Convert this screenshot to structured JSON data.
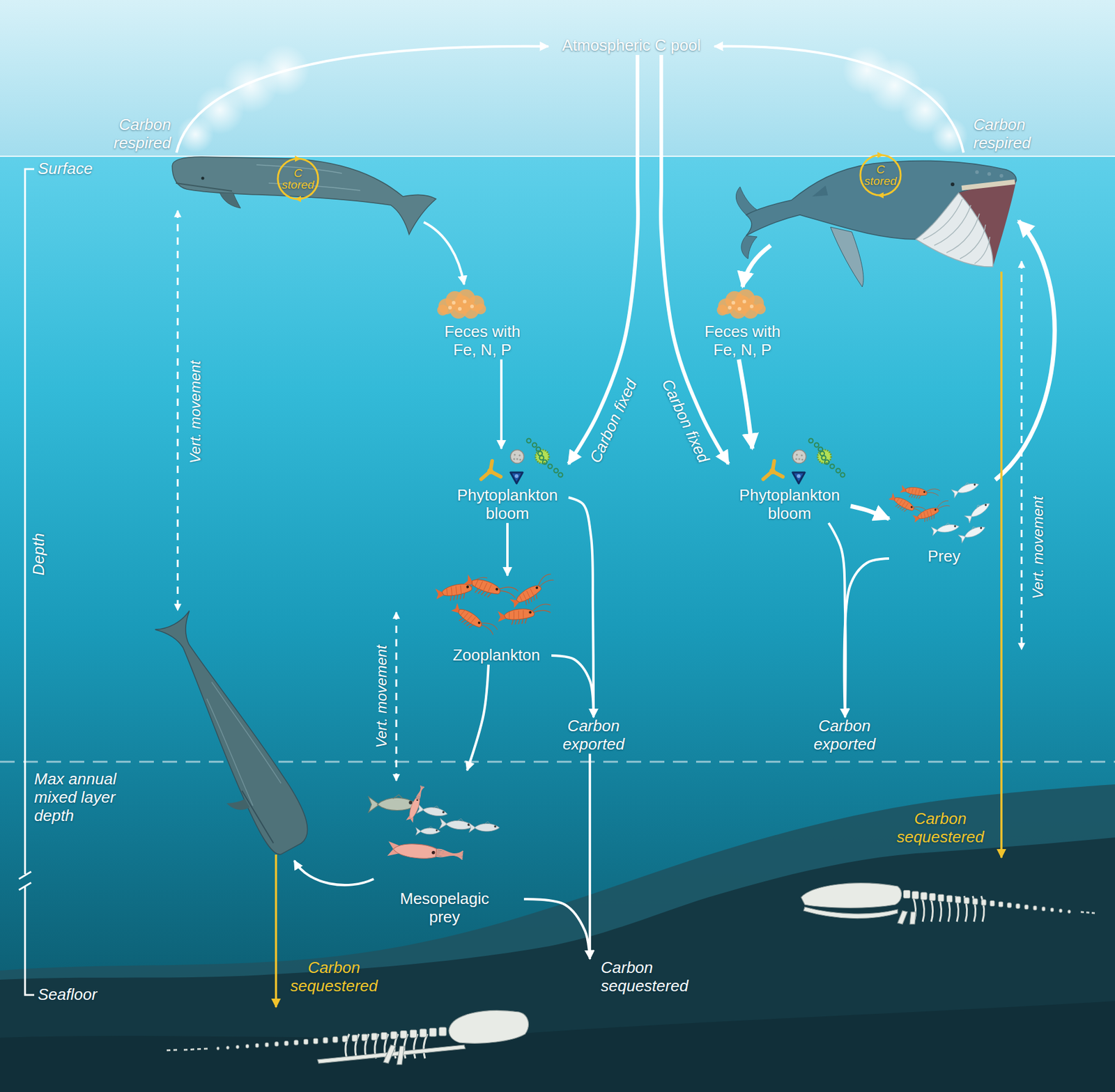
{
  "diagram": {
    "nodes": [
      {
        "text": [
          "Atmospheric C pool"
        ]
      },
      {
        "text": [
          "C stored"
        ]
      },
      {
        "text": [
          "C stored"
        ]
      },
      {
        "text": [
          "Feces with Fe, N, P"
        ]
      },
      {
        "text": [
          "Feces with Fe, N, P"
        ]
      },
      {
        "text": [
          "Phytoplankton bloom"
        ]
      },
      {
        "text": [
          "Phytoplankton bloom"
        ]
      },
      {
        "text": [
          "Prey"
        ]
      },
      {
        "text": [
          "Zooplankton"
        ]
      },
      {
        "text": [
          "Carbon exported"
        ]
      },
      {
        "text": [
          "Carbon exported"
        ]
      },
      {
        "text": [
          "Carbon sequestered"
        ]
      },
      {
        "text": [
          "Mesopelagic prey"
        ]
      },
      {
        "text": [
          "Carbon sequestered"
        ]
      },
      {
        "text": [
          "Carbon sequestered"
        ]
      }
    ],
    "edges": [
      {
        "from": 0,
        "to": 5,
        "label": "Carbon fixed",
        "arrow": "to"
      },
      {
        "from": 0,
        "to": 6,
        "label": "Carbon fixed",
        "arrow": "to"
      },
      {
        "from": 3,
        "to": 5,
        "arrow": "to"
      },
      {
        "from": 4,
        "to": 6,
        "arrow": "to"
      },
      {
        "from": 6,
        "to": 7,
        "arrow": "to"
      },
      {
        "from": 5,
        "to": 8,
        "arrow": "to"
      },
      {
        "from": 5,
        "to": 9,
        "arrow": "to"
      },
      {
        "from": 8,
        "to": 9,
        "arrow": "to"
      },
      {
        "from": 6,
        "to": 10,
        "arrow": "to"
      },
      {
        "from": 7,
        "to": 10,
        "arrow": "to"
      },
      {
        "from": 8,
        "to": 12,
        "arrow": "to"
      },
      {
        "from": 9,
        "to": 14,
        "arrow": "to"
      },
      {
        "from": 12,
        "to": 14,
        "arrow": "to"
      }
    ],
    "labels": [
      "Carbon respired",
      "Carbon respired",
      "Surface",
      "Vert. movement",
      "Vert. movement",
      "Depth",
      "Vert. movement",
      "Max annual mixed layer depth",
      "Seafloor"
    ]
  }
}
